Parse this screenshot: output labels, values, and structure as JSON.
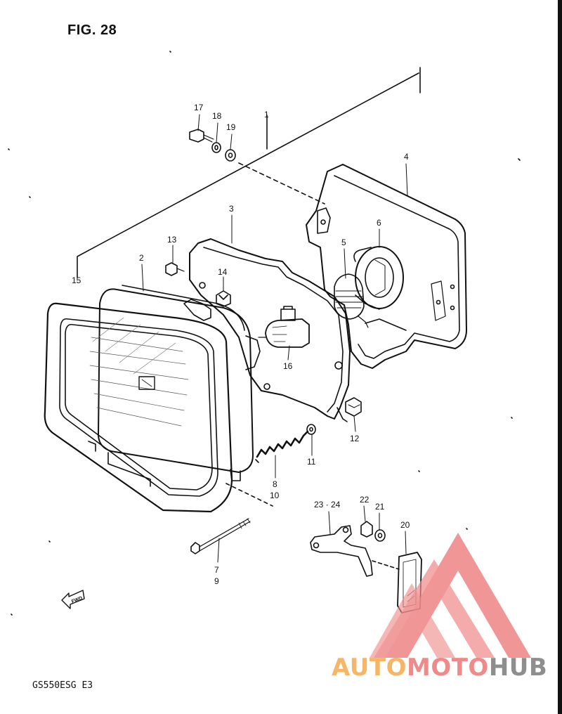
{
  "figure": {
    "title": "FIG. 28",
    "model_code": "GS550ESG  E3",
    "fwd_label": "FWD"
  },
  "callouts": [
    {
      "id": "c17",
      "text": "17"
    },
    {
      "id": "c18",
      "text": "18"
    },
    {
      "id": "c19",
      "text": "19"
    },
    {
      "id": "c1",
      "text": "1"
    },
    {
      "id": "c4",
      "text": "4"
    },
    {
      "id": "c3",
      "text": "3"
    },
    {
      "id": "c6",
      "text": "6"
    },
    {
      "id": "c5",
      "text": "5"
    },
    {
      "id": "c13",
      "text": "13"
    },
    {
      "id": "c2",
      "text": "2"
    },
    {
      "id": "c14",
      "text": "14"
    },
    {
      "id": "c15",
      "text": "15"
    },
    {
      "id": "c16",
      "text": "16"
    },
    {
      "id": "c12",
      "text": "12"
    },
    {
      "id": "c11",
      "text": "11"
    },
    {
      "id": "c8",
      "text": "8"
    },
    {
      "id": "c10",
      "text": "10"
    },
    {
      "id": "c23-24",
      "text": "23 · 24"
    },
    {
      "id": "c22",
      "text": "22"
    },
    {
      "id": "c21",
      "text": "21"
    },
    {
      "id": "c20",
      "text": "20"
    },
    {
      "id": "c7",
      "text": "7"
    },
    {
      "id": "c9",
      "text": "9"
    }
  ],
  "watermark": {
    "part1": "AUTO",
    "part2": "MOTO",
    "part3": "HUB",
    "colors": {
      "auto": "#f5b66a",
      "moto": "#ee8a8a",
      "hub": "#8e8e8e",
      "logo": "#f08b8b"
    }
  }
}
